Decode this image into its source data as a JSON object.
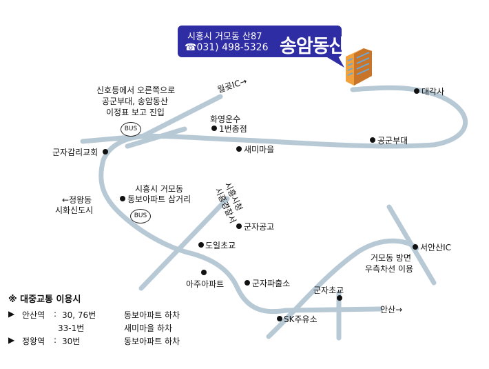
{
  "header": {
    "address": "시흥시 거모동 산87",
    "phone": "☎031) 498-5326",
    "company_name": "송암동산"
  },
  "colors": {
    "road": "#b8c9d6",
    "callout": "#2f2da3",
    "text": "#111111"
  },
  "places": {
    "dagaksa": "대각사",
    "gonggun_budae": "공군부대",
    "hwayoung_unsu": "화영운수",
    "bus1_terminal": "1번종점",
    "saemi_maeul": "새미마을",
    "gunja_galri": "군자감리교회",
    "jeongwang": "←정왕동",
    "sihwa_newtown": "시화신도시",
    "dongbo_apt_line1": "시흥시 거모동",
    "dongbo_apt_line2": "동보아파트 삼거리",
    "gunja_school": "군자공고",
    "doil_elementary": "도일초교",
    "aju_apt": "아주아파트",
    "gunja_police": "군자파출소",
    "gunja_elem": "군자초교",
    "sk_gas": "SK주유소",
    "ansan": "안산→",
    "seoan_ic": "서안산IC",
    "wolgot_ic": "월곶IC→",
    "siheung_hall": "시흥시청",
    "siheung_police": "시흥경찰서"
  },
  "notes": {
    "entry_line1": "신호등에서 오른쪽으로",
    "entry_line2": "공군부대, 송암동산",
    "entry_line3": "이정표 보고 진입",
    "geomo_line1": "거모동 방면",
    "geomo_line2": "우측차선 이용"
  },
  "bus_stops": [
    "BUS",
    "BUS"
  ],
  "transit": {
    "title": "※ 대중교통 이용시",
    "rows": [
      {
        "marker": "▶",
        "station": "안산역",
        "sep": ":",
        "routes": "30, 76번",
        "stop": "동보아파트 하차"
      },
      {
        "marker": "",
        "station": "",
        "sep": "",
        "routes": "33-1번",
        "stop": "새미마을 하차"
      },
      {
        "marker": "▶",
        "station": "정왕역",
        "sep": ":",
        "routes": "30번",
        "stop": "동보아파트 하차"
      }
    ]
  }
}
